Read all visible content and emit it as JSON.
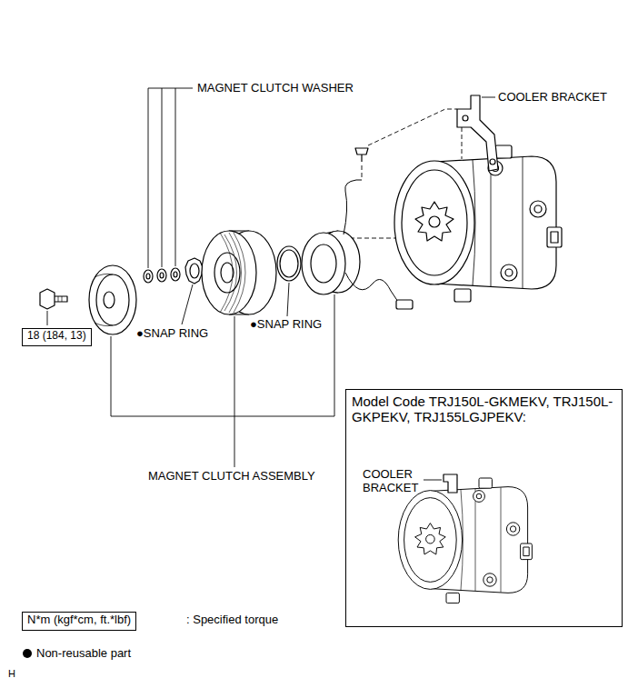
{
  "diagram": {
    "nodes": [
      {
        "text": [
          "18 (184, 13)"
        ]
      },
      {
        "text": [
          "Model Code TRJ150L-GKMEKV, TRJ150L-GKPEKV, TRJ155LGJPEKV:",
          "COOLER BRACKET"
        ]
      },
      {
        "text": [
          "N*m (kgf*cm, ft.*lbf)"
        ]
      }
    ],
    "labels": [
      "MAGNET CLUTCH WASHER",
      "COOLER BRACKET",
      "●SNAP RING",
      "●SNAP RING",
      "MAGNET CLUTCH ASSEMBLY",
      ": Specified torque",
      "H"
    ],
    "legend": [
      {
        "text": "Non-reusable part"
      }
    ]
  }
}
